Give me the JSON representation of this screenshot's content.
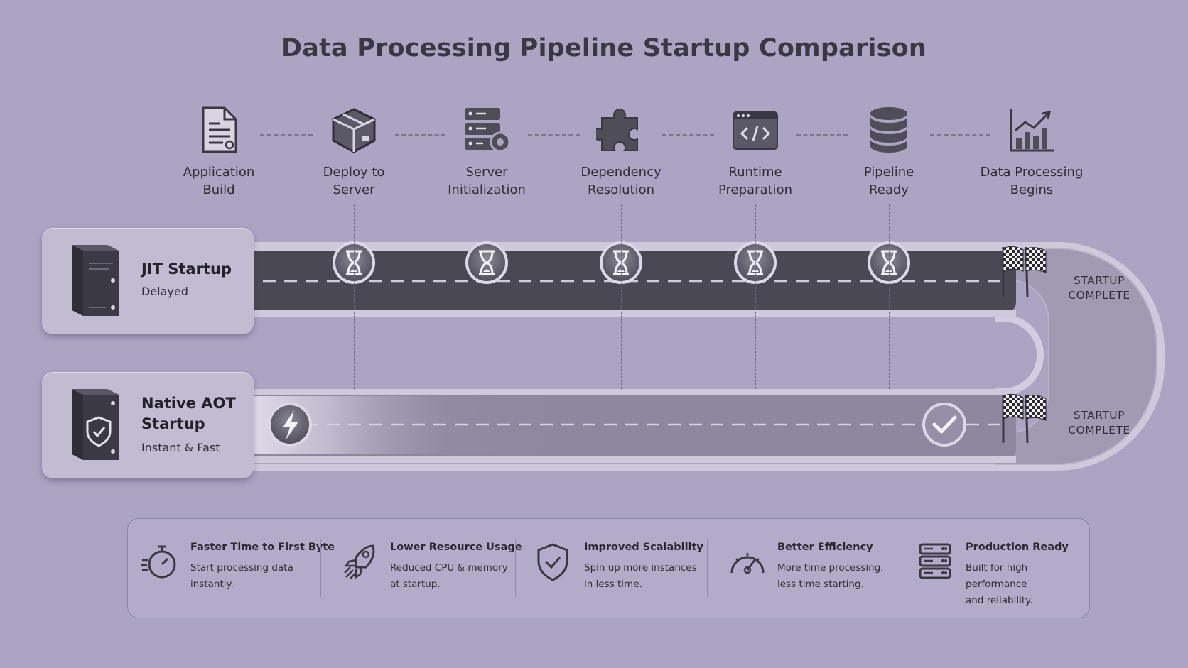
{
  "title": "Data Processing Pipeline Startup Comparison",
  "stages": [
    {
      "label_line1": "Application",
      "label_line2": "Build",
      "icon": "document-icon"
    },
    {
      "label_line1": "Deploy to",
      "label_line2": "Server",
      "icon": "box-icon"
    },
    {
      "label_line1": "Server",
      "label_line2": "Initialization",
      "icon": "server-gear-icon"
    },
    {
      "label_line1": "Dependency",
      "label_line2": "Resolution",
      "icon": "puzzle-icon"
    },
    {
      "label_line1": "Runtime",
      "label_line2": "Preparation",
      "icon": "code-window-icon"
    },
    {
      "label_line1": "Pipeline",
      "label_line2": "Ready",
      "icon": "database-icon"
    },
    {
      "label_line1": "Data Processing",
      "label_line2": "Begins",
      "icon": "bar-chart-icon"
    }
  ],
  "tracks": {
    "jit": {
      "name": "JIT Startup",
      "subtitle": "Delayed",
      "waiting_markers": 5,
      "finish_line1": "STARTUP",
      "finish_line2": "COMPLETE"
    },
    "aot": {
      "name_line1": "Native AOT",
      "name_line2": "Startup",
      "subtitle": "Instant & Fast",
      "finish_line1": "STARTUP",
      "finish_line2": "COMPLETE"
    }
  },
  "benefits": [
    {
      "icon": "stopwatch-icon",
      "title": "Faster Time to First Byte",
      "desc_line1": "Start processing data",
      "desc_line2": "instantly."
    },
    {
      "icon": "rocket-icon",
      "title": "Lower Resource Usage",
      "desc_line1": "Reduced CPU & memory",
      "desc_line2": "at startup."
    },
    {
      "icon": "shield-check-icon",
      "title": "Improved Scalability",
      "desc_line1": "Spin up more instances",
      "desc_line2": "in less time."
    },
    {
      "icon": "gauge-icon",
      "title": "Better Efficiency",
      "desc_line1": "More time processing,",
      "desc_line2": "less time starting."
    },
    {
      "icon": "server-stack-icon",
      "title": "Production Ready",
      "desc_line1": "Built for high performance",
      "desc_line2": "and reliability."
    }
  ],
  "colors": {
    "background": "#aca4c3",
    "jit_track": "#4a4852",
    "aot_track": "#8d87a0",
    "card": "#c2bcd2"
  }
}
